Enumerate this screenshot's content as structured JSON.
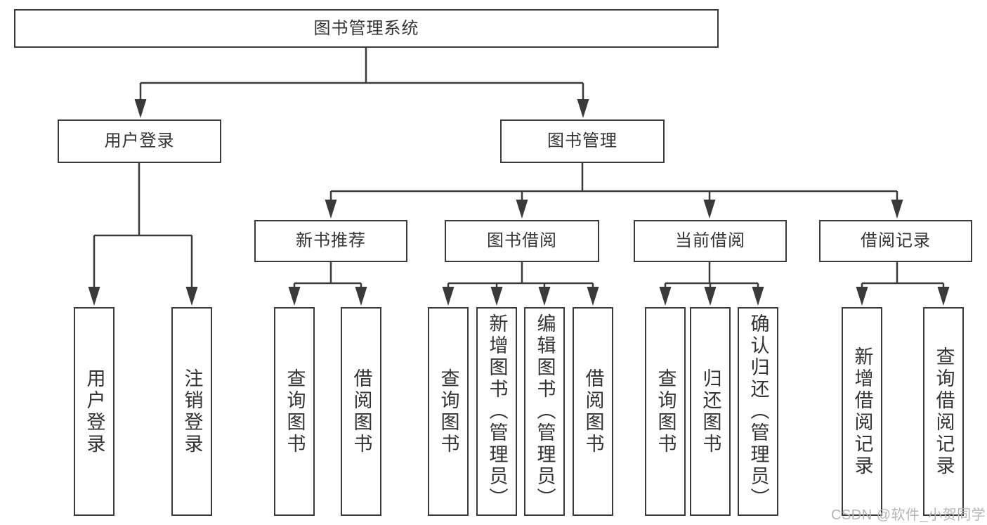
{
  "tree": {
    "root": {
      "label": "图书管理系统"
    },
    "branches": [
      {
        "label": "用户登录",
        "leaves": [
          {
            "label": "用户登录"
          },
          {
            "label": "注销登录"
          }
        ]
      },
      {
        "label": "图书管理",
        "sections": [
          {
            "label": "新书推荐",
            "leaves": [
              {
                "label": "查询图书"
              },
              {
                "label": "借阅图书"
              }
            ]
          },
          {
            "label": "图书借阅",
            "leaves": [
              {
                "label": "查询图书"
              },
              {
                "label": "新增图书（管理员）"
              },
              {
                "label": "编辑图书（管理员）"
              },
              {
                "label": "借阅图书"
              }
            ]
          },
          {
            "label": "当前借阅",
            "leaves": [
              {
                "label": "查询图书"
              },
              {
                "label": "归还图书"
              },
              {
                "label": "确认归还（管理员）"
              }
            ]
          },
          {
            "label": "借阅记录",
            "leaves": [
              {
                "label": "新增借阅记录"
              },
              {
                "label": "查询借阅记录"
              }
            ]
          }
        ]
      }
    ]
  },
  "watermark": {
    "text": "CSDN @软件_小贺同学"
  },
  "colors": {
    "line": "#3a3a3a",
    "text": "#333333",
    "bg": "#ffffff",
    "watermark": "#b5b5b5"
  }
}
